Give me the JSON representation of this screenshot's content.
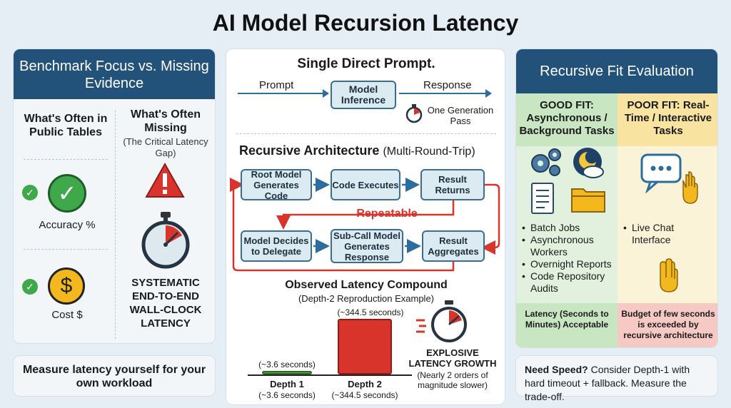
{
  "title": "AI Model Recursion Latency",
  "left": {
    "heading": "Benchmark Focus vs. Missing Evidence",
    "col1_heading": "What's Often in Public Tables",
    "col2_heading": "What's Often Missing",
    "col2_sub": "(The Critical Latency Gap)",
    "accuracy_label": "Accuracy %",
    "cost_label": "Cost $",
    "missing_label": "SYSTEMATIC END-TO-END WALL-CLOCK LATENCY",
    "bottom_note": "Measure latency yourself for your own workload"
  },
  "center": {
    "single_heading": "Single Direct Prompt.",
    "prompt_label": "Prompt",
    "model_box": "Model Inference",
    "response_label": "Response",
    "pass_label": "One Generation Pass",
    "recursive_heading": "Recursive Architecture",
    "recursive_sub": "(Multi-Round-Trip)",
    "nodes": [
      "Root Model Generates Code",
      "Code Executes",
      "Result Returns",
      "Model Decides to Delegate",
      "Sub-Call Model Generates Response",
      "Result Aggregates"
    ],
    "repeatable": "Repeatable",
    "latency_heading": "Observed Latency Compound",
    "latency_sub": "(Depth-2 Reproduction Example)",
    "growth_label": "EXPLOSIVE LATENCY GROWTH",
    "growth_sub": "(Nearly 2 orders of magnitude slower)"
  },
  "chart_data": {
    "type": "bar",
    "categories": [
      "Depth 1",
      "Depth 2"
    ],
    "values": [
      3.6,
      344.5
    ],
    "value_labels": [
      "(~3.6 seconds)",
      "(~344.5 seconds)"
    ],
    "colors": [
      "#5aa64d",
      "#d9342b"
    ]
  },
  "right": {
    "heading": "Recursive Fit Evaluation",
    "good_heading": "GOOD FIT: Asynchronous / Background Tasks",
    "poor_heading": "POOR FIT: Real-Time / Interactive Tasks",
    "good_items": [
      "Batch Jobs",
      "Asynchronous Workers",
      "Overnight Reports",
      "Code Repository Audits"
    ],
    "poor_items": [
      "Live Chat Interface"
    ],
    "good_footer": "Latency (Seconds to Minutes) Acceptable",
    "poor_footer": "Budget of few seconds is exceeded by recursive architecture",
    "bottom_bold": "Need Speed?",
    "bottom_text": " Consider Depth-1 with hard timeout + fallback. Measure the trade-off."
  },
  "colors": {
    "header_blue": "#22527a",
    "accent_red": "#d9342b",
    "good_green": "#5aa64d",
    "coin_yellow": "#f3b81d"
  }
}
